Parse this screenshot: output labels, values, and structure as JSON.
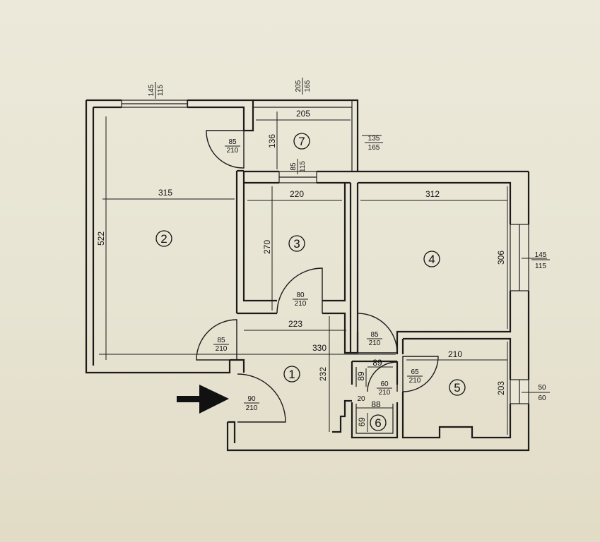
{
  "rooms": [
    {
      "number": "1"
    },
    {
      "number": "2"
    },
    {
      "number": "3"
    },
    {
      "number": "4"
    },
    {
      "number": "5"
    },
    {
      "number": "6"
    },
    {
      "number": "7"
    }
  ],
  "dimensions": {
    "room2_width": "315",
    "room2_height": "522",
    "room7_width": "205",
    "room7_depth": "136",
    "room3_width": "220",
    "room3_height": "270",
    "room4_width": "312",
    "room4_height": "306",
    "hall_upper": "223",
    "hall_width": "330",
    "hall_depth": "232",
    "room5_width": "210",
    "room5_height": "203",
    "bath_width": "88",
    "bath_height": "69",
    "wc_width": "89",
    "wc_height": "89",
    "wc_small": "20"
  },
  "doors": [
    {
      "w": "85",
      "h": "210"
    },
    {
      "w": "80",
      "h": "210"
    },
    {
      "w": "85",
      "h": "210"
    },
    {
      "w": "85",
      "h": "210"
    },
    {
      "w": "65",
      "h": "210"
    },
    {
      "w": "60",
      "h": "210"
    },
    {
      "w": "90",
      "h": "210"
    },
    {
      "w": "85",
      "h": "115"
    }
  ],
  "windows": [
    {
      "w": "145",
      "h": "115"
    },
    {
      "w": "205",
      "h": "165"
    },
    {
      "w": "135",
      "h": "165"
    },
    {
      "w": "145",
      "h": "115"
    },
    {
      "w": "50",
      "h": "60"
    }
  ],
  "colors": {
    "ink": "#1b1b1b",
    "paper": "#ebe7d6"
  }
}
